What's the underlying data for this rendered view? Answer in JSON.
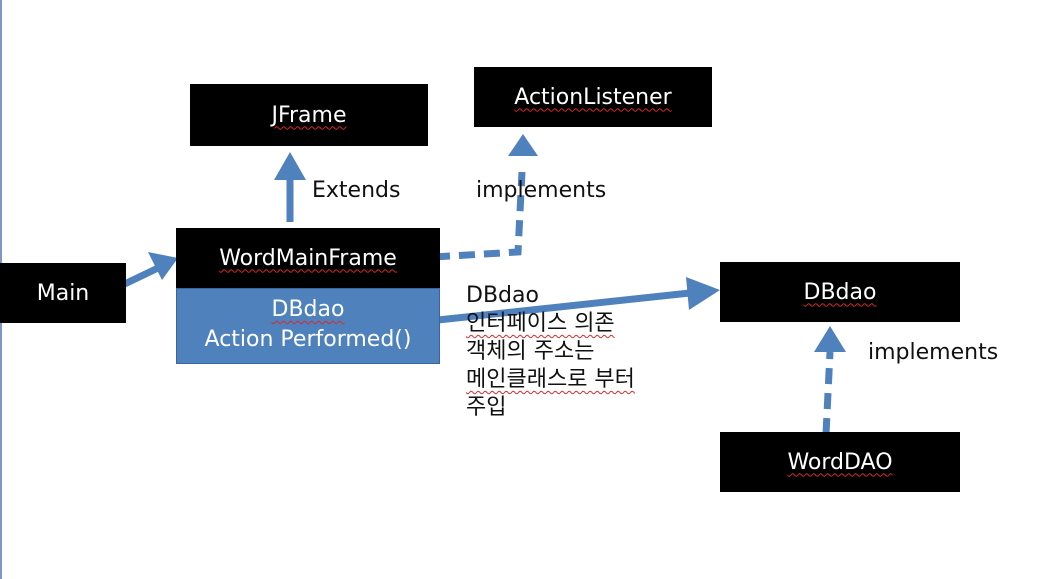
{
  "boxes": {
    "jframe": "JFrame",
    "action_listener": "ActionListener",
    "main": "Main",
    "word_main_frame": "WordMainFrame",
    "dbdao_right": "DBdao",
    "word_dao": "WordDAO"
  },
  "word_main_frame_body": {
    "line1": "DBdao",
    "line2": "Action Performed()"
  },
  "labels": {
    "extends": "Extends",
    "implements_top": "implements",
    "implements_right": "implements"
  },
  "note": {
    "line1": "DBdao",
    "line2": "인터페이스 의존",
    "line3": "객체의 주소는",
    "line4": "메인클래스로 부터",
    "line5": "주입"
  },
  "colors": {
    "arrow": "#4f81bd",
    "box": "#000000",
    "panel": "#4f81bd"
  }
}
